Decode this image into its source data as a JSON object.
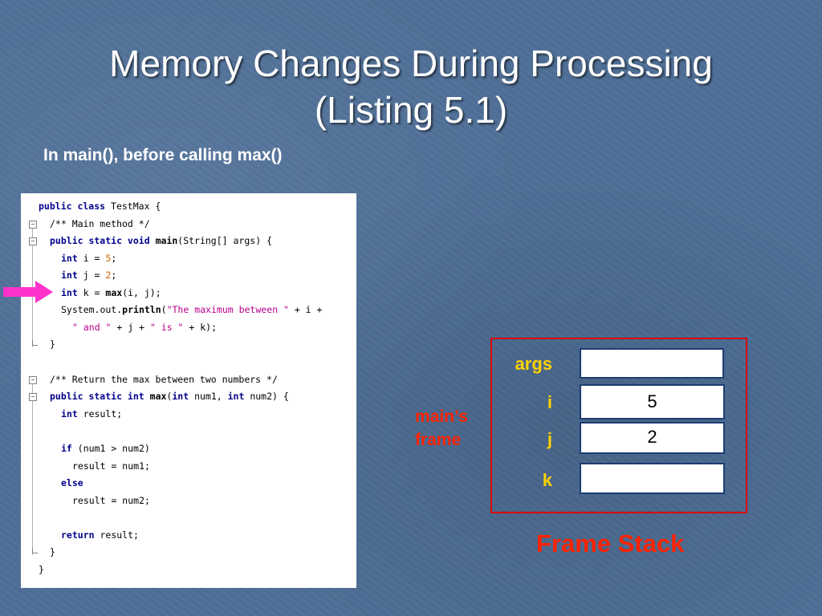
{
  "slide": {
    "title_line1": "Memory Changes During Processing",
    "title_line2": "(Listing 5.1)",
    "subtitle": "In main(), before calling max()"
  },
  "code": {
    "lines": [
      "public class TestMax {",
      "/** Main method */",
      "public static void main(String[] args) {",
      "int i = 5;",
      "int j = 2;",
      "int k = max(i, j);",
      "System.out.println(\"The maximum between \" + i +",
      "\" and \" + j + \" is \" + k);",
      "}",
      "",
      "/** Return the max between two numbers */",
      "public static int max(int num1, int num2) {",
      "int result;",
      "",
      "if (num1 > num2)",
      "result = num1;",
      "else",
      "result = num2;",
      "",
      "return result;",
      "}",
      "}"
    ],
    "current_line_index": 5
  },
  "frame": {
    "name": "main's frame",
    "name_line1": "main’s",
    "name_line2": "frame",
    "variables": [
      {
        "name": "args",
        "value": ""
      },
      {
        "name": "i",
        "value": "5"
      },
      {
        "name": "j",
        "value": "2"
      },
      {
        "name": "k",
        "value": ""
      }
    ]
  },
  "stack_label": "Frame Stack",
  "colors": {
    "background": "#4f6f97",
    "variable_label": "#ffd200",
    "frame_border": "#dd0000",
    "frame_text": "#ff2200",
    "arrow": "#ff33cc"
  }
}
